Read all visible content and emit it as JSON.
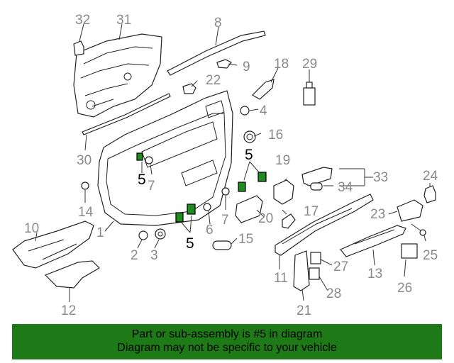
{
  "callouts": {
    "c1": "1",
    "c2": "2",
    "c3": "3",
    "c4": "4",
    "c5a": "5",
    "c5b": "5",
    "c5c": "5",
    "c6": "6",
    "c7a": "7",
    "c7b": "7",
    "c8": "8",
    "c9": "9",
    "c10": "10",
    "c11": "11",
    "c12": "12",
    "c13": "13",
    "c14": "14",
    "c15": "15",
    "c16": "16",
    "c17": "17",
    "c18": "18",
    "c19": "19",
    "c20": "20",
    "c21": "21",
    "c22": "22",
    "c23": "23",
    "c24": "24",
    "c25": "25",
    "c26": "26",
    "c27": "27",
    "c28": "28",
    "c29": "29",
    "c30": "30",
    "c31": "31",
    "c32": "32",
    "c33": "33",
    "c34": "34"
  },
  "highlight_color": "#1f8a1f",
  "banner": {
    "line1": "Part or sub-assembly is #5 in diagram",
    "line2": "Diagram may not be specific to your vehicle",
    "color": "#1d7a16"
  }
}
